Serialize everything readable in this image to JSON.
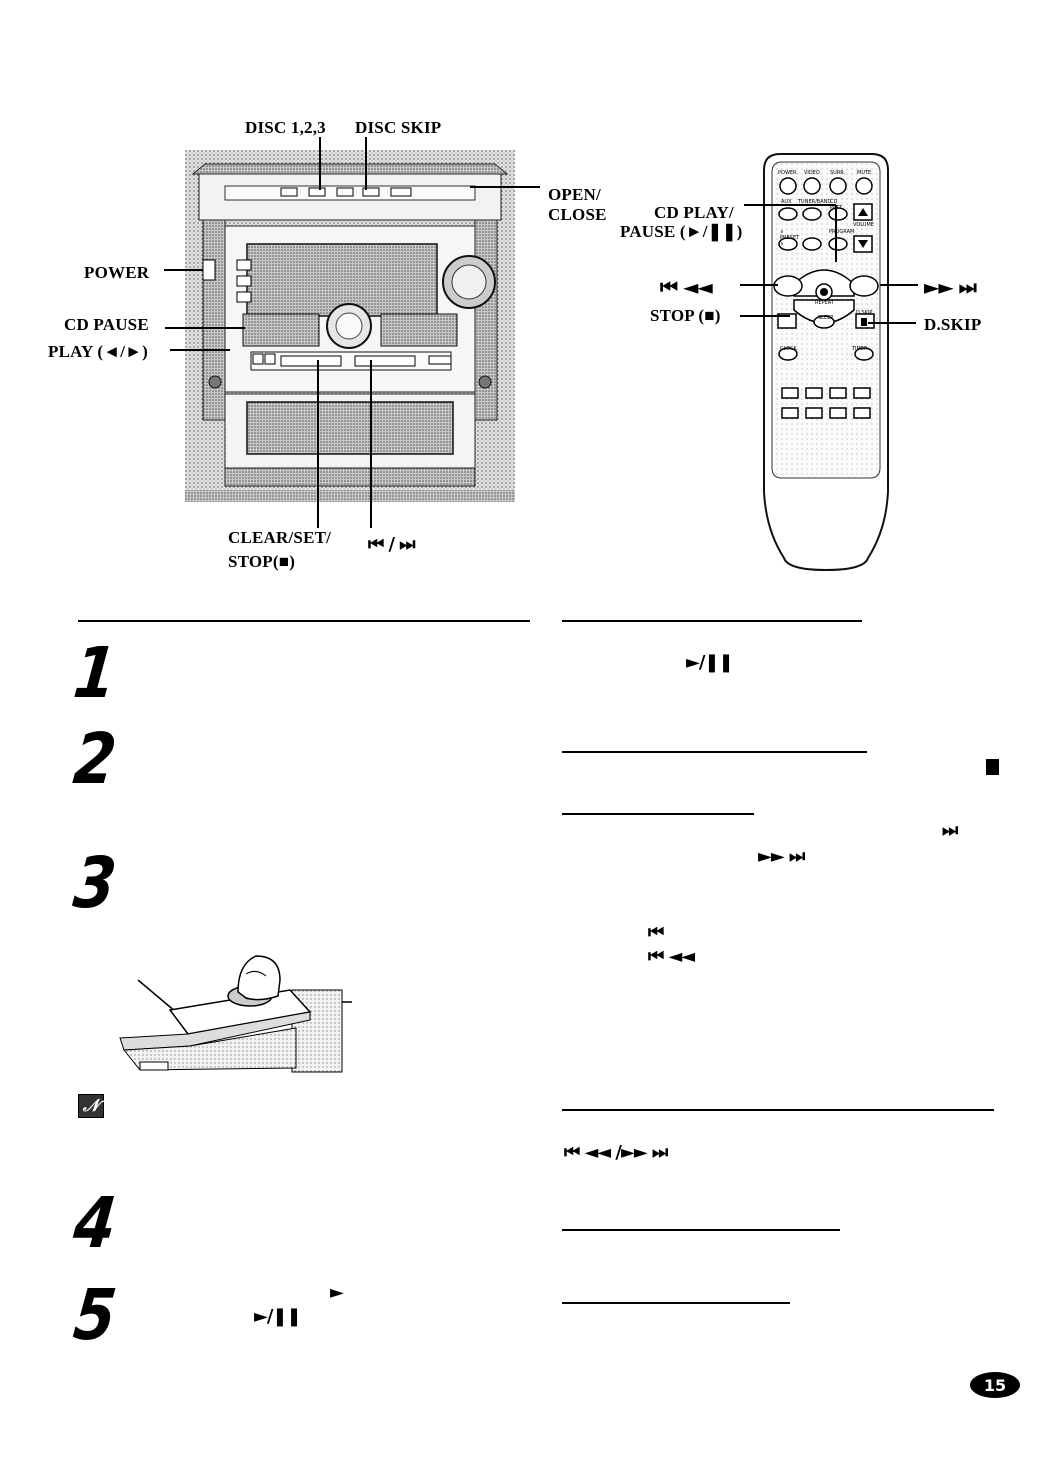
{
  "stereo_labels": {
    "disc_123": "DISC 1,2,3",
    "disc_skip": "DISC SKIP",
    "open_close_1": "OPEN/",
    "open_close_2": "CLOSE",
    "power": "POWER",
    "cd_pause": "CD PAUSE",
    "play": "PLAY (◄/►)",
    "clear_set_1": "CLEAR/SET/",
    "clear_set_2": "STOP(■)",
    "skip": "⏮ / ⏭"
  },
  "remote_labels": {
    "cd_play_1": "CD PLAY/",
    "cd_play_2": "PAUSE (►/❚❚)",
    "prev": "⏮ ◄◄",
    "next": "►► ⏭",
    "stop": "STOP (■)",
    "dskip": "D.SKIP"
  },
  "remote_buttons": {
    "power": "POWER",
    "video": "VIDEO",
    "surr": "SURR.",
    "mute": "MUTE",
    "aux": "AUX",
    "tuner": "TUNER/BAND",
    "cd_patt": "CD PATT",
    "preset": "∨ PRESET ∧",
    "program": "PROGRAM",
    "volume": "VOLUME",
    "repeat": "REPEAT",
    "sleep": "SLEEP",
    "dskip": "D.SKIP",
    "clock": "CLOCK",
    "timer": "TIMER"
  },
  "steps": [
    "1",
    "2",
    "3",
    "4",
    "5"
  ],
  "inline_symbols": {
    "step5_play": "►",
    "step5_play_pause": "►/❚❚",
    "right_play_pause": "►/❚❚",
    "right_next": "⏭",
    "right_ff_next": "►► ⏭",
    "right_prev": "⏮",
    "right_prev_rew": "⏮ ◄◄",
    "right_search": "⏮ ◄◄ /►► ⏭"
  },
  "note_icon": "𝒩",
  "page_number": "15"
}
